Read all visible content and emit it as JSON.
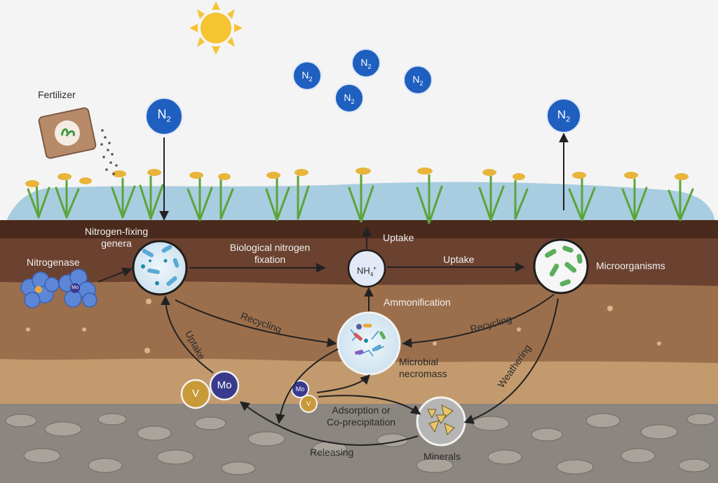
{
  "labels": {
    "fertilizer": "Fertilizer",
    "nitrogen_fixing_genera": "Nitrogen-fixing\ngenera",
    "nitrogenase": "Nitrogenase",
    "biological_nitrogen_fixation": "Biological nitrogen\nfixation",
    "uptake_top": "Uptake",
    "uptake_right": "Uptake",
    "uptake_left": "Uptake",
    "microorganisms": "Microorganisms",
    "ammonification": "Ammonification",
    "recycling_left": "Recycling",
    "recycling_right": "Recycling",
    "weathering": "Weathering",
    "microbial_necromass": "Microbial\nnecromass",
    "adsorption": "Adsorption or\nCo-precipitation",
    "releasing": "Releasing",
    "minerals": "Minerals"
  },
  "chem": {
    "n2": "N",
    "n2_sub": "2",
    "nh4": "NH",
    "nh4_sub": "4",
    "nh4_sup": "+",
    "mo": "Mo",
    "v": "V"
  },
  "colors": {
    "sky": "#f4f4f4",
    "water": "#a8cce0",
    "soil_top": "#4a2a1c",
    "soil_mid": "#6b4130",
    "soil_light": "#9c6f4c",
    "soil_sand": "#c39a6d",
    "gravel": "#8c8680",
    "n2_fill": "#1f5fbf",
    "mo_fill": "#3a3a8c",
    "v_fill": "#c99a3a",
    "sun": "#f5c431"
  }
}
